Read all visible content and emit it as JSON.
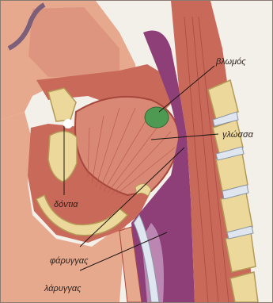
{
  "labels": {
    "nodule": "βλωμός",
    "tongue": "γλώσσα",
    "teeth": "δόντια",
    "pharynx": "φάρυγγας",
    "larynx": "λάρυγγας"
  },
  "colors": {
    "background": "#f3efe9",
    "skin": "#e7a98e",
    "muscle": "#c9695a",
    "muscle_dark": "#a6463c",
    "tongue": "#d98875",
    "cavity": "#8e3f78",
    "nodule": "#4f9a52",
    "bone": "#ecd89a",
    "bone_outline": "#b49a57",
    "line": "#1e1714"
  }
}
